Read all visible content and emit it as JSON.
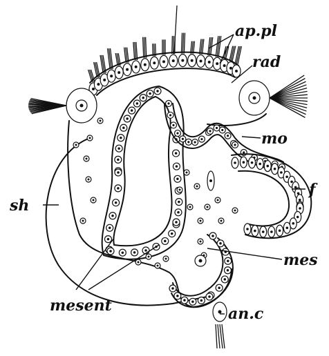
{
  "labels": {
    "ap_pl": "ap.pl",
    "rad": "rad",
    "mo": "mo",
    "f": "f",
    "sh": "sh",
    "mes": "mes",
    "mesent": "mesent",
    "an_c": "an.c"
  }
}
